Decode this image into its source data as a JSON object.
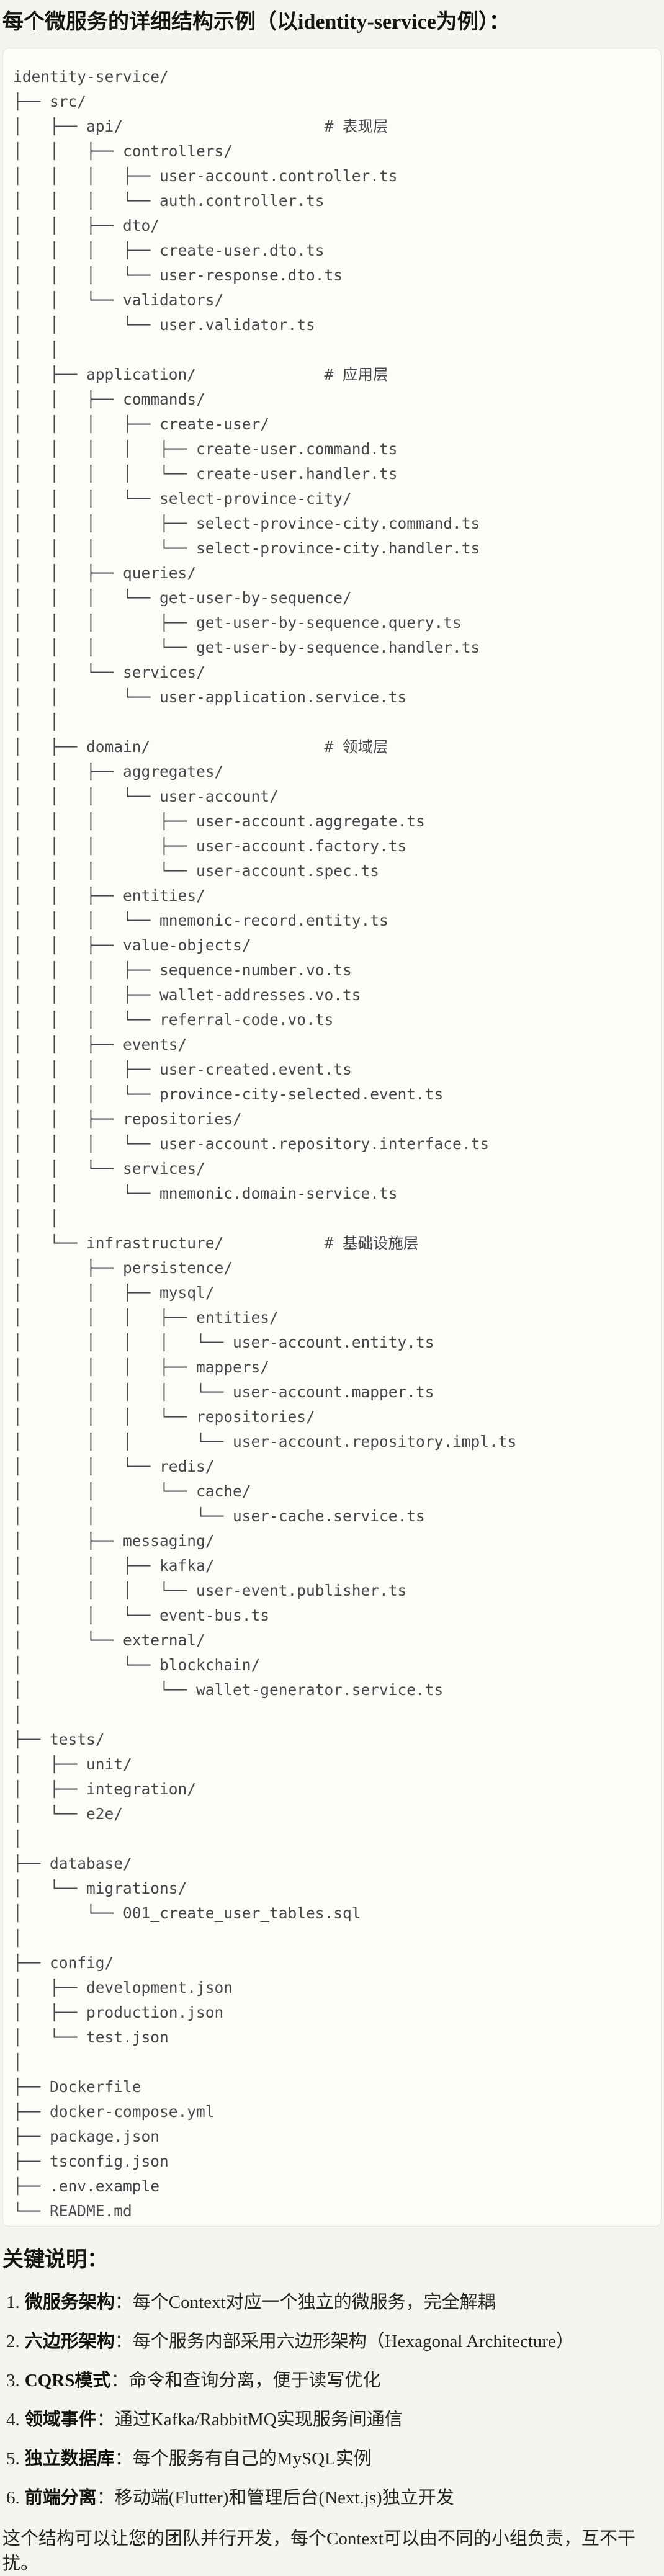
{
  "theme": {
    "page_bg": "#f5f4ee",
    "code_bg": "#fdfcf9",
    "border": "#e6e3da",
    "code_text": "#474849",
    "heading_text": "#161513"
  },
  "header": {
    "title": "每个微服务的详细结构示例（以identity-service为例）："
  },
  "code_block": {
    "lines": [
      "identity-service/",
      "├── src/",
      "│   ├── api/                      # 表现层",
      "│   │   ├── controllers/",
      "│   │   │   ├── user-account.controller.ts",
      "│   │   │   └── auth.controller.ts",
      "│   │   ├── dto/",
      "│   │   │   ├── create-user.dto.ts",
      "│   │   │   └── user-response.dto.ts",
      "│   │   └── validators/",
      "│   │       └── user.validator.ts",
      "│   │",
      "│   ├── application/              # 应用层",
      "│   │   ├── commands/",
      "│   │   │   ├── create-user/",
      "│   │   │   │   ├── create-user.command.ts",
      "│   │   │   │   └── create-user.handler.ts",
      "│   │   │   └── select-province-city/",
      "│   │   │       ├── select-province-city.command.ts",
      "│   │   │       └── select-province-city.handler.ts",
      "│   │   ├── queries/",
      "│   │   │   └── get-user-by-sequence/",
      "│   │   │       ├── get-user-by-sequence.query.ts",
      "│   │   │       └── get-user-by-sequence.handler.ts",
      "│   │   └── services/",
      "│   │       └── user-application.service.ts",
      "│   │",
      "│   ├── domain/                   # 领域层",
      "│   │   ├── aggregates/",
      "│   │   │   └── user-account/",
      "│   │   │       ├── user-account.aggregate.ts",
      "│   │   │       ├── user-account.factory.ts",
      "│   │   │       └── user-account.spec.ts",
      "│   │   ├── entities/",
      "│   │   │   └── mnemonic-record.entity.ts",
      "│   │   ├── value-objects/",
      "│   │   │   ├── sequence-number.vo.ts",
      "│   │   │   ├── wallet-addresses.vo.ts",
      "│   │   │   └── referral-code.vo.ts",
      "│   │   ├── events/",
      "│   │   │   ├── user-created.event.ts",
      "│   │   │   └── province-city-selected.event.ts",
      "│   │   ├── repositories/",
      "│   │   │   └── user-account.repository.interface.ts",
      "│   │   └── services/",
      "│   │       └── mnemonic.domain-service.ts",
      "│   │",
      "│   └── infrastructure/           # 基础设施层",
      "│       ├── persistence/",
      "│       │   ├── mysql/",
      "│       │   │   ├── entities/",
      "│       │   │   │   └── user-account.entity.ts",
      "│       │   │   ├── mappers/",
      "│       │   │   │   └── user-account.mapper.ts",
      "│       │   │   └── repositories/",
      "│       │   │       └── user-account.repository.impl.ts",
      "│       │   └── redis/",
      "│       │       └── cache/",
      "│       │           └── user-cache.service.ts",
      "│       ├── messaging/",
      "│       │   ├── kafka/",
      "│       │   │   └── user-event.publisher.ts",
      "│       │   └── event-bus.ts",
      "│       └── external/",
      "│           └── blockchain/",
      "│               └── wallet-generator.service.ts",
      "│",
      "├── tests/",
      "│   ├── unit/",
      "│   ├── integration/",
      "│   └── e2e/",
      "│",
      "├── database/",
      "│   └── migrations/",
      "│       └── 001_create_user_tables.sql",
      "│",
      "├── config/",
      "│   ├── development.json",
      "│   ├── production.json",
      "│   └── test.json",
      "│",
      "├── Dockerfile",
      "├── docker-compose.yml",
      "├── package.json",
      "├── tsconfig.json",
      "├── .env.example",
      "└── README.md"
    ]
  },
  "notes": {
    "heading": "关键说明：",
    "items": [
      {
        "num": "1.",
        "term": "微服务架构",
        "desc": "：每个Context对应一个独立的微服务，完全解耦"
      },
      {
        "num": "2.",
        "term": "六边形架构",
        "desc": "：每个服务内部采用六边形架构（Hexagonal Architecture）"
      },
      {
        "num": "3.",
        "term": "CQRS模式",
        "desc": "：命令和查询分离，便于读写优化"
      },
      {
        "num": "4.",
        "term": "领域事件",
        "desc": "：通过Kafka/RabbitMQ实现服务间通信"
      },
      {
        "num": "5.",
        "term": "独立数据库",
        "desc": "：每个服务有自己的MySQL实例"
      },
      {
        "num": "6.",
        "term": "前端分离",
        "desc": "：移动端(Flutter)和管理后台(Next.js)独立开发"
      }
    ],
    "closing": "这个结构可以让您的团队并行开发，每个Context可以由不同的小组负责，互不干扰。"
  }
}
